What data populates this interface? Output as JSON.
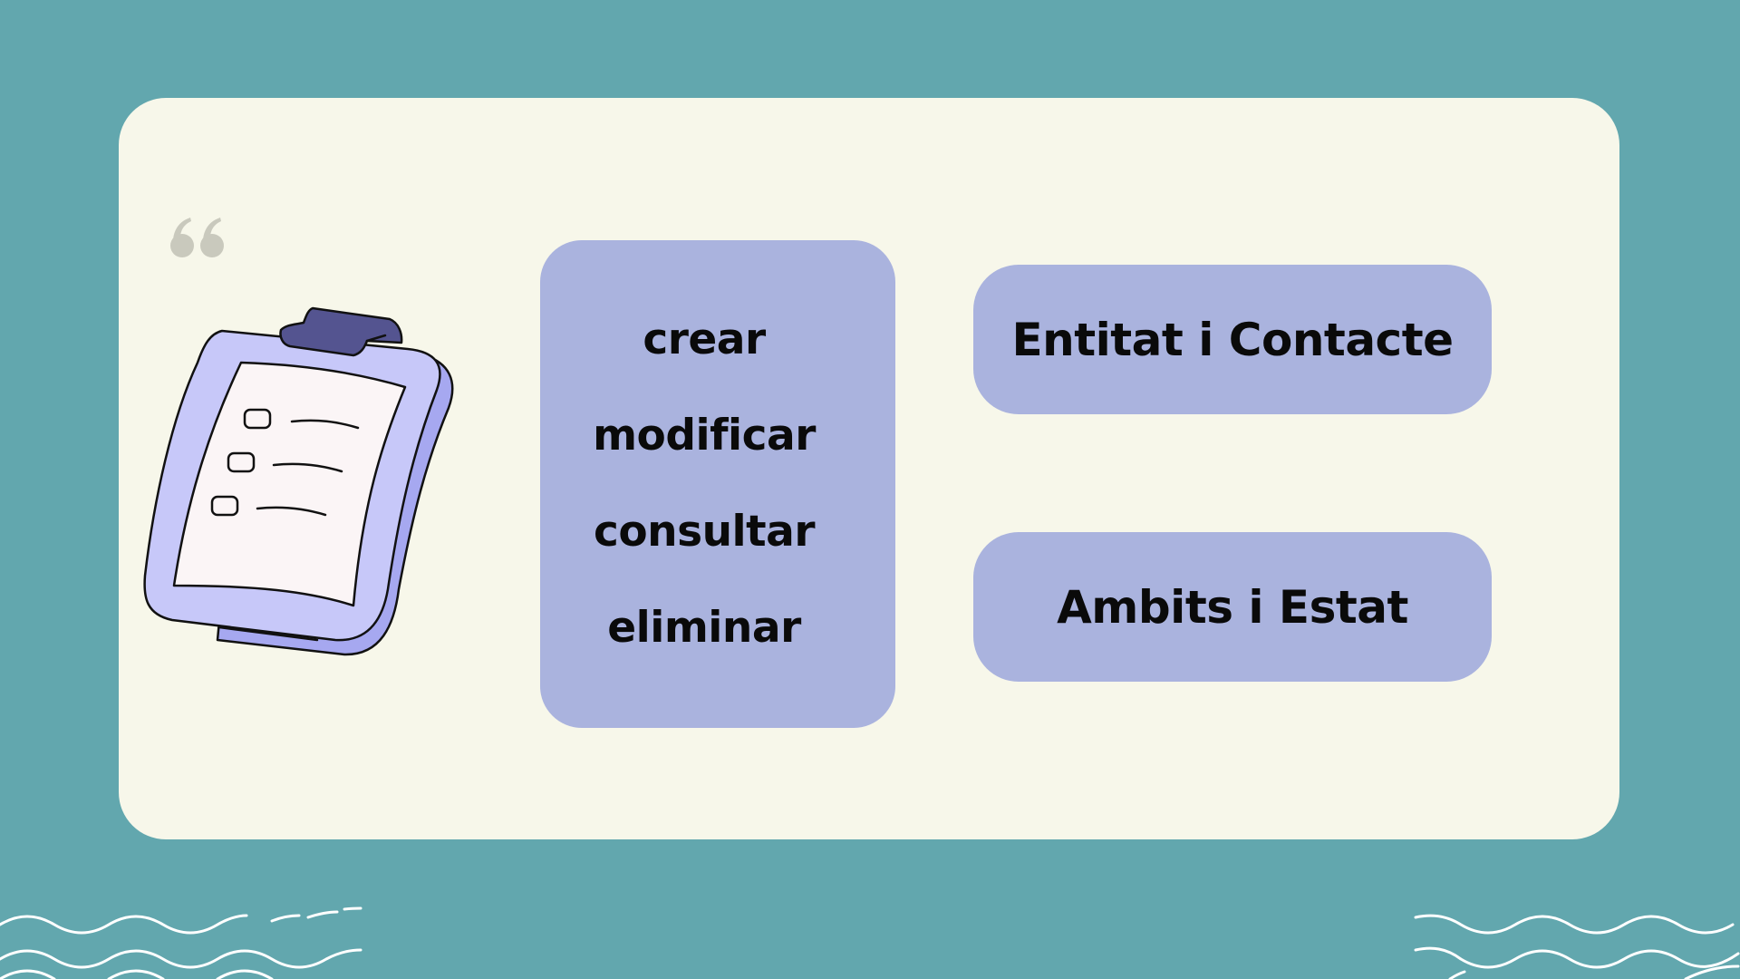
{
  "actions": {
    "items": [
      "crear",
      "modificar",
      "consultar",
      "eliminar"
    ]
  },
  "tags": {
    "first": "Entitat i Contacte",
    "second": "Ambits i Estat"
  },
  "icons": {
    "quote": "quote-icon",
    "clipboard": "clipboard-checklist-icon",
    "waves": "wave-decoration-icon"
  },
  "colors": {
    "background": "#62a7ae",
    "card": "#f7f7ea",
    "pill": "#aab3de",
    "clipboard_body": "#c7c8f9",
    "clipboard_clip": "#545490",
    "paper": "#fbf5f6",
    "quote": "#c9c9bd"
  }
}
